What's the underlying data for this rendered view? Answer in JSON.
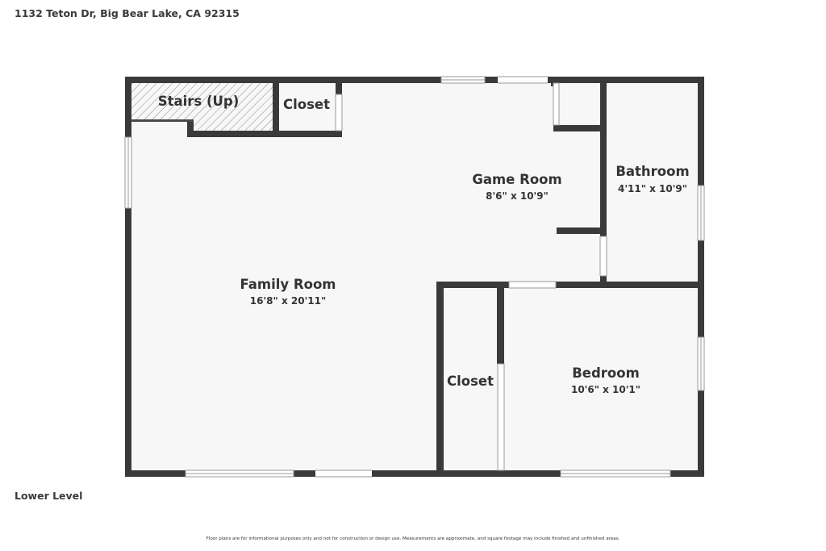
{
  "header": {
    "address": "1132 Teton Dr, Big Bear Lake, CA 92315"
  },
  "floor": {
    "level_label": "Lower Level"
  },
  "rooms": {
    "stairs": {
      "name": "Stairs (Up)"
    },
    "closet_top": {
      "name": "Closet"
    },
    "game_room": {
      "name": "Game Room",
      "dims": "8'6\" x 10'9\""
    },
    "bathroom": {
      "name": "Bathroom",
      "dims": "4'11\" x 10'9\""
    },
    "family_room": {
      "name": "Family Room",
      "dims": "16'8\" x 20'11\""
    },
    "closet_bottom": {
      "name": "Closet"
    },
    "bedroom": {
      "name": "Bedroom",
      "dims": "10'6\" x 10'1\""
    }
  },
  "footer": {
    "disclaimer": "Floor plans are for informational purposes only and not for construction or design use. Measurements are approximate, and square footage may include finished and unfinished areas."
  },
  "colors": {
    "wall": "#3a3a3a",
    "floor": "#f7f7f7",
    "hatch": "#8a8a8a"
  }
}
